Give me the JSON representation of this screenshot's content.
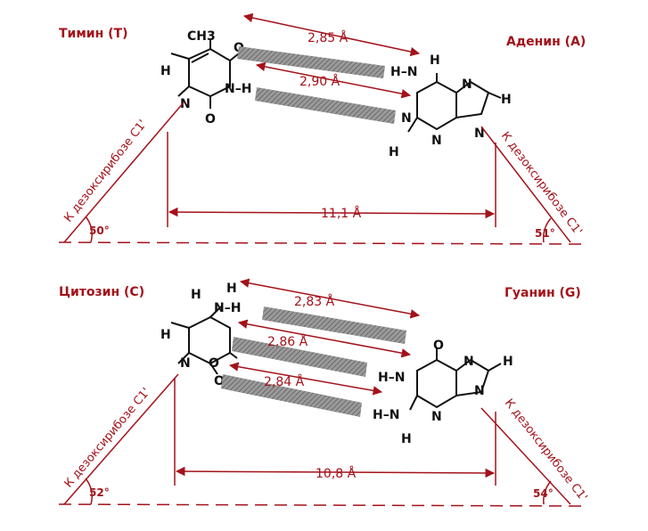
{
  "colors": {
    "accent": "#a3121a",
    "ink": "#111111",
    "hbond": "#8a8a8a"
  },
  "top_pair": {
    "left_title": "Тимин (T)",
    "right_title": "Аденин (A)",
    "hbonds": [
      "2,85 Å",
      "2,90 Å"
    ],
    "c1_distance": "11,1 Å",
    "left_side_label": "К дезоксирибозе C1'",
    "right_side_label": "К дезоксирибозе C1'",
    "left_angle": "50°",
    "right_angle": "51°"
  },
  "bottom_pair": {
    "left_title": "Цитозин (C)",
    "right_title": "Гуанин (G)",
    "hbonds": [
      "2,83 Å",
      "2,86 Å",
      "2,84 Å"
    ],
    "c1_distance": "10,8 Å",
    "left_side_label": "К дезоксирибозе C1'",
    "right_side_label": "К дезоксирибозе C1'",
    "left_angle": "52°",
    "right_angle": "54°"
  },
  "atoms": {
    "H": "H",
    "N": "N",
    "O": "O",
    "CH3": "CH3",
    "NH": "N–H",
    "HN": "H–N"
  }
}
